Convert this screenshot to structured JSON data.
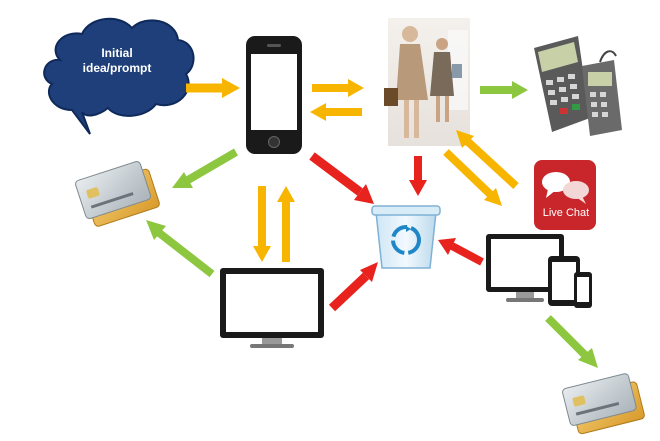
{
  "cloud": {
    "line1": "Initial",
    "line2": "idea/prompt"
  },
  "live_chat": {
    "label": "Live Chat"
  },
  "colors": {
    "yellow_arrow": "#f7b500",
    "green_arrow": "#8dc63f",
    "red_arrow": "#e8221d",
    "cloud_fill": "#1f3f7a",
    "chat_red": "#c9262b"
  },
  "nodes": [
    "cloud-prompt",
    "smartphone",
    "shoppers-photo",
    "card-terminal",
    "credit-cards-left",
    "recycle-bin",
    "live-chat-icon",
    "desktop-monitor",
    "multi-device",
    "credit-cards-bottom"
  ]
}
